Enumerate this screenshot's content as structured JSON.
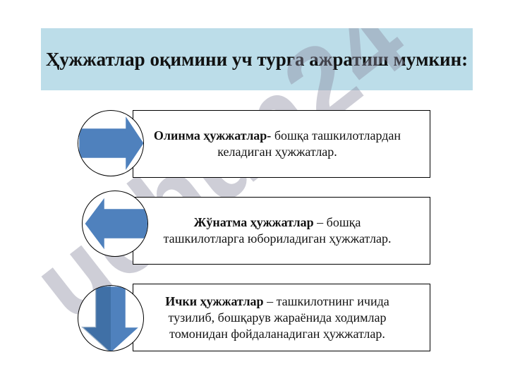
{
  "title": "Ҳужжатлар оқимини уч турга ажратиш мумкин:",
  "watermark": "uchun24",
  "items": [
    {
      "term": "Олинма ҳужжатлар-",
      "desc": " бошқа ташкилотлардан келадиган ҳужжатлар.",
      "icon": "arrow-right-icon"
    },
    {
      "term": "Жўнатма ҳужжатлар",
      "desc": " – бошқа ташкилотларга юбориладиган ҳужжатлар.",
      "icon": "arrow-left-icon"
    },
    {
      "term": "Ички ҳужжатлар",
      "desc": " – ташкилотнинг ичида тузилиб, бошқарув жараёнида ходимлар томонидан фойдаланадиган ҳужжатлар.",
      "icon": "arrow-down-icon"
    }
  ],
  "colors": {
    "title_bg": "#bcdde9",
    "arrow": "#4f81bd",
    "arrow_dark": "#2e5b8a",
    "watermark": "#8a8aa0"
  }
}
